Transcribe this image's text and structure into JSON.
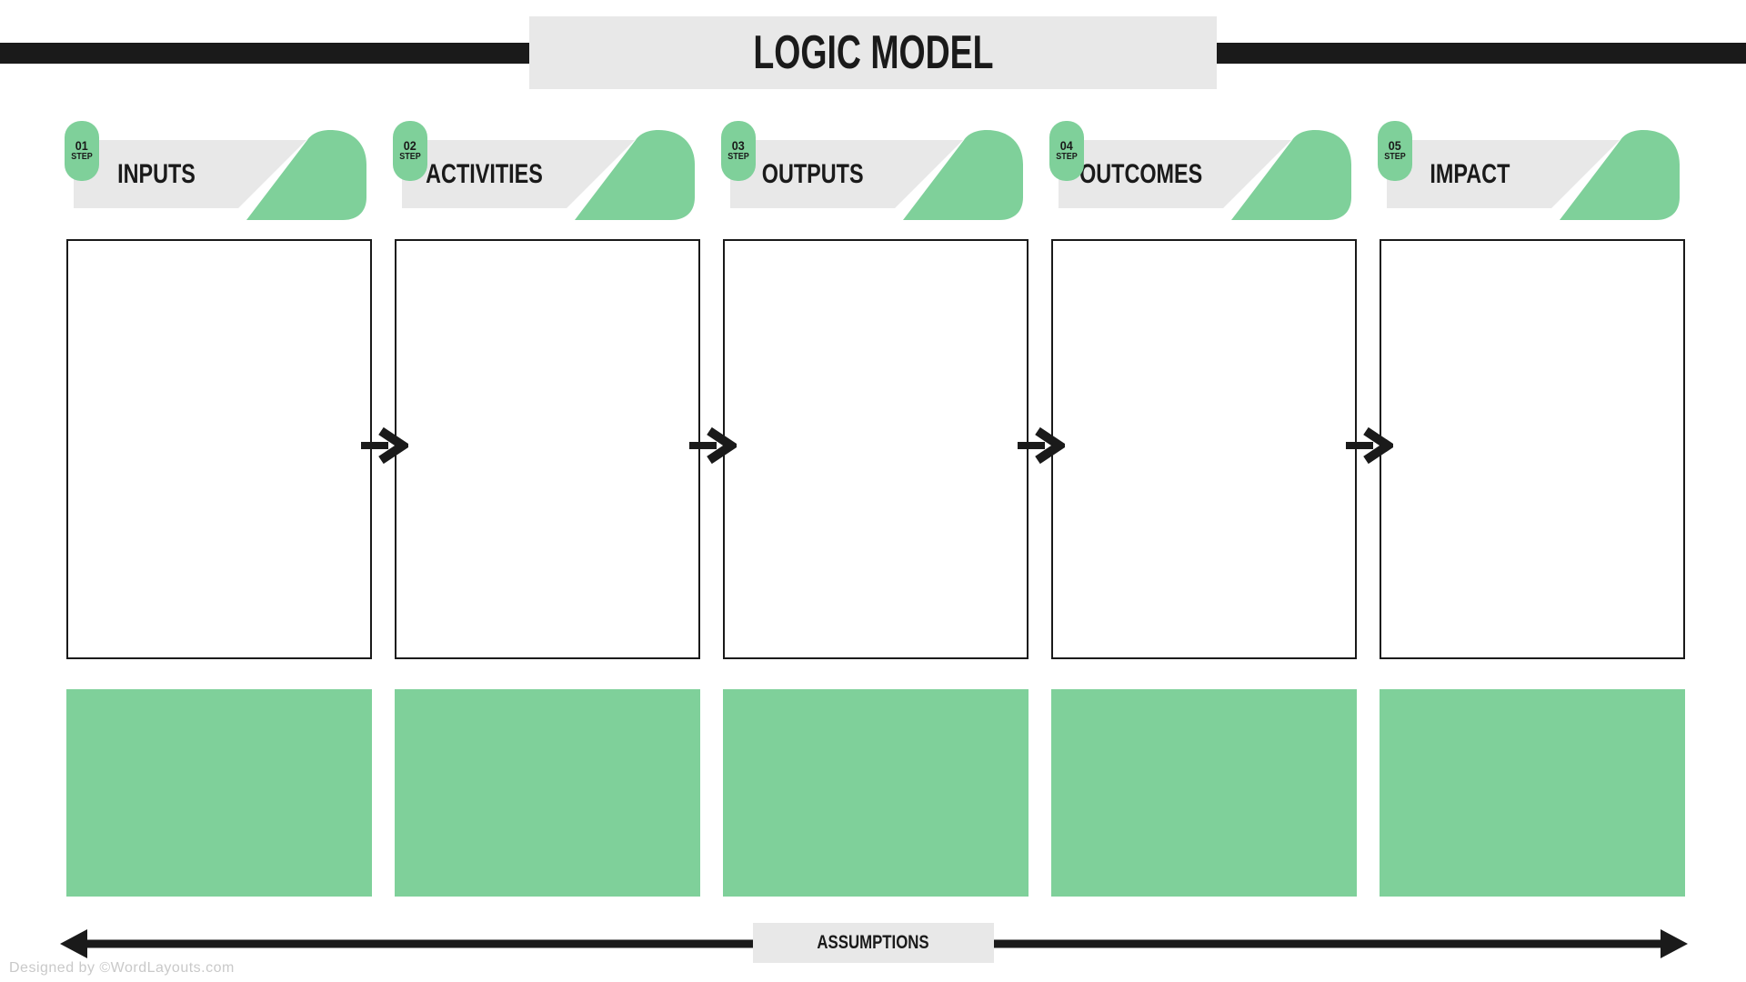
{
  "title": {
    "text": "LOGIC MODEL"
  },
  "columns": [
    {
      "step_number": "01",
      "step_label": "STEP",
      "title": "INPUTS"
    },
    {
      "step_number": "02",
      "step_label": "STEP",
      "title": "ACTIVITIES"
    },
    {
      "step_number": "03",
      "step_label": "STEP",
      "title": "OUTPUTS"
    },
    {
      "step_number": "04",
      "step_label": "STEP",
      "title": "OUTCOMES"
    },
    {
      "step_number": "05",
      "step_label": "STEP",
      "title": "IMPACT"
    }
  ],
  "footer": {
    "assumptions_label": "ASSUMPTIONS",
    "credit": "Designed by ©WordLayouts.com"
  },
  "icons": {
    "flow_arrow": "→",
    "assumptions_arrow": "↔"
  },
  "colors": {
    "accent_green": "#7fd09a",
    "panel_gray": "#e8e8e8",
    "ink_black": "#1a1a1a",
    "credit_gray": "#c9c9c9"
  }
}
